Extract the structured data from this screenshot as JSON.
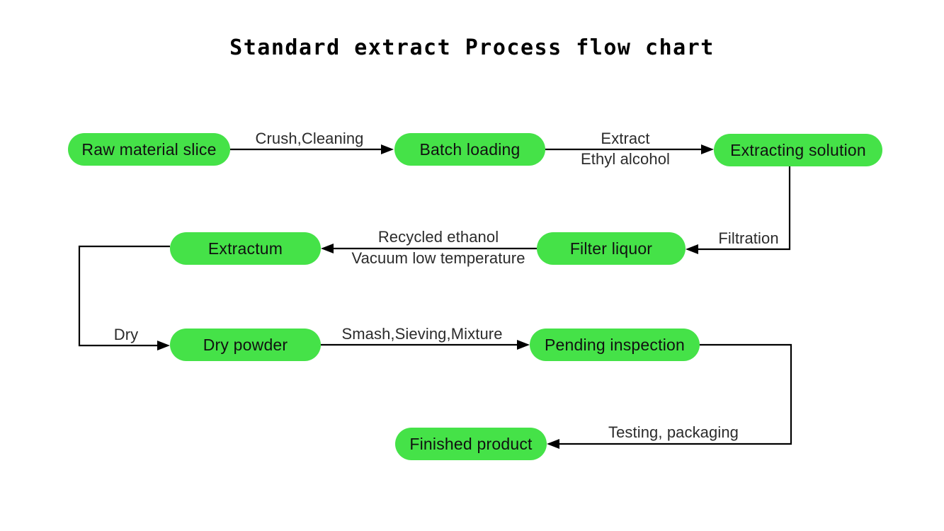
{
  "title": "Standard extract Process flow chart",
  "theme": {
    "node_fill": "#45e248",
    "node_text": "#111111",
    "edge_color": "#000000",
    "label_color": "#2b2b2b",
    "background": "#ffffff"
  },
  "nodes": [
    {
      "id": "raw-material-slice",
      "label": "Raw material slice"
    },
    {
      "id": "batch-loading",
      "label": "Batch loading"
    },
    {
      "id": "extracting-solution",
      "label": "Extracting solution"
    },
    {
      "id": "filter-liquor",
      "label": "Filter liquor"
    },
    {
      "id": "extractum",
      "label": "Extractum"
    },
    {
      "id": "dry-powder",
      "label": "Dry powder"
    },
    {
      "id": "pending-inspection",
      "label": "Pending inspection"
    },
    {
      "id": "finished-product",
      "label": "Finished product"
    }
  ],
  "edges": [
    {
      "id": "raw-to-batch",
      "from": "raw-material-slice",
      "to": "batch-loading",
      "label_above": "Crush,Cleaning",
      "label_below": ""
    },
    {
      "id": "batch-to-extracting",
      "from": "batch-loading",
      "to": "extracting-solution",
      "label_above": "Extract",
      "label_below": "Ethyl alcohol"
    },
    {
      "id": "extracting-to-filter",
      "from": "extracting-solution",
      "to": "filter-liquor",
      "label_above": "Filtration",
      "label_below": ""
    },
    {
      "id": "filter-to-extractum",
      "from": "filter-liquor",
      "to": "extractum",
      "label_above": "Recycled ethanol",
      "label_below": "Vacuum low temperature"
    },
    {
      "id": "extractum-to-dry-powder",
      "from": "extractum",
      "to": "dry-powder",
      "label_above": "Dry",
      "label_below": ""
    },
    {
      "id": "dry-powder-to-pending",
      "from": "dry-powder",
      "to": "pending-inspection",
      "label_above": "Smash,Sieving,Mixture",
      "label_below": ""
    },
    {
      "id": "pending-to-finished",
      "from": "pending-inspection",
      "to": "finished-product",
      "label_above": "Testing, packaging",
      "label_below": ""
    }
  ]
}
